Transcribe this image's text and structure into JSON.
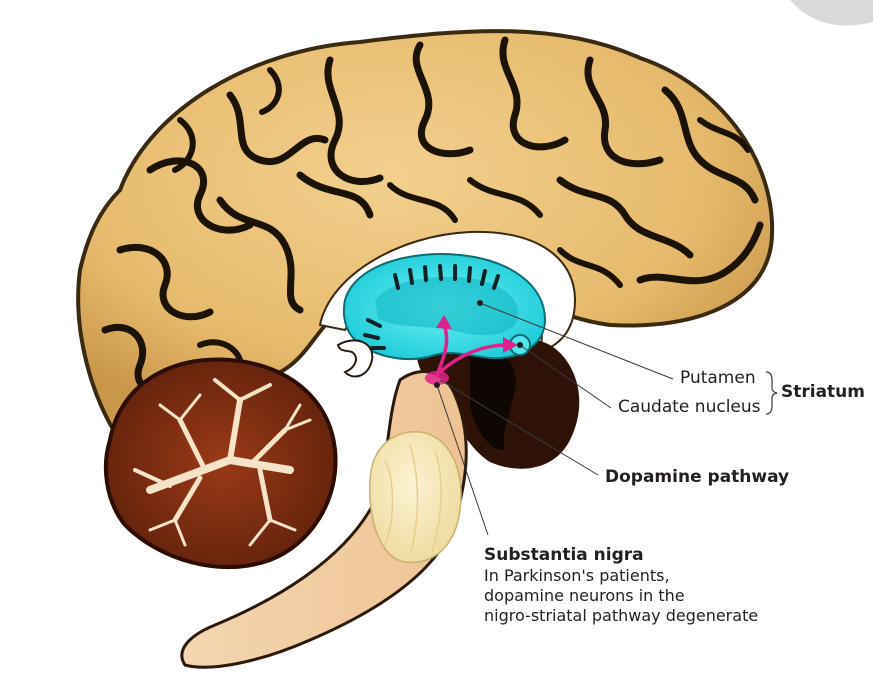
{
  "labels": {
    "putamen": "Putamen",
    "caudate_nucleus": "Caudate nucleus",
    "striatum": "Striatum",
    "dopamine_pathway": "Dopamine pathway",
    "substantia_nigra": "Substantia nigra"
  },
  "description_lines": [
    "In Parkinson's patients,",
    "dopamine neurons in the",
    "nigro-striatal pathway degenerate"
  ],
  "colors": {
    "cortex": "#e9c079",
    "cortex_dark": "#b07f33",
    "sulci": "#1b1208",
    "cerebellum": "#7a2d12",
    "cerebellum_branches": "#f4e3c6",
    "striatum": "#2ee2ea",
    "dopamine_pathway": "#e0218a",
    "brainstem": "#f2cfa6",
    "pons": "#f7e7b6",
    "thalamus_dark": "#2e1208"
  }
}
